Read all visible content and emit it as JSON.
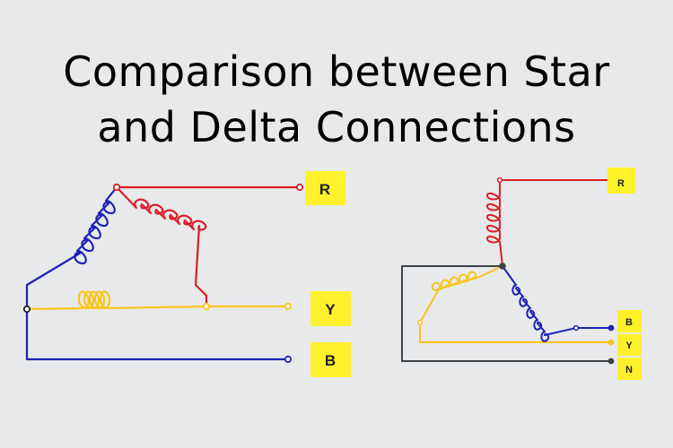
{
  "title": {
    "line1": "Comparison between Star",
    "line2": "and Delta Connections"
  },
  "delta_diagram": {
    "terminals": [
      "R",
      "Y",
      "B"
    ]
  },
  "star_diagram": {
    "terminals": [
      "R",
      "B",
      "Y",
      "N"
    ]
  },
  "colors": {
    "background": "#e8e9eb",
    "red_phase": "#d91f26",
    "yellow_phase": "#f7c51e",
    "blue_phase": "#1e22b4",
    "neutral": "#3b4148",
    "label_box": "#fff22c"
  }
}
